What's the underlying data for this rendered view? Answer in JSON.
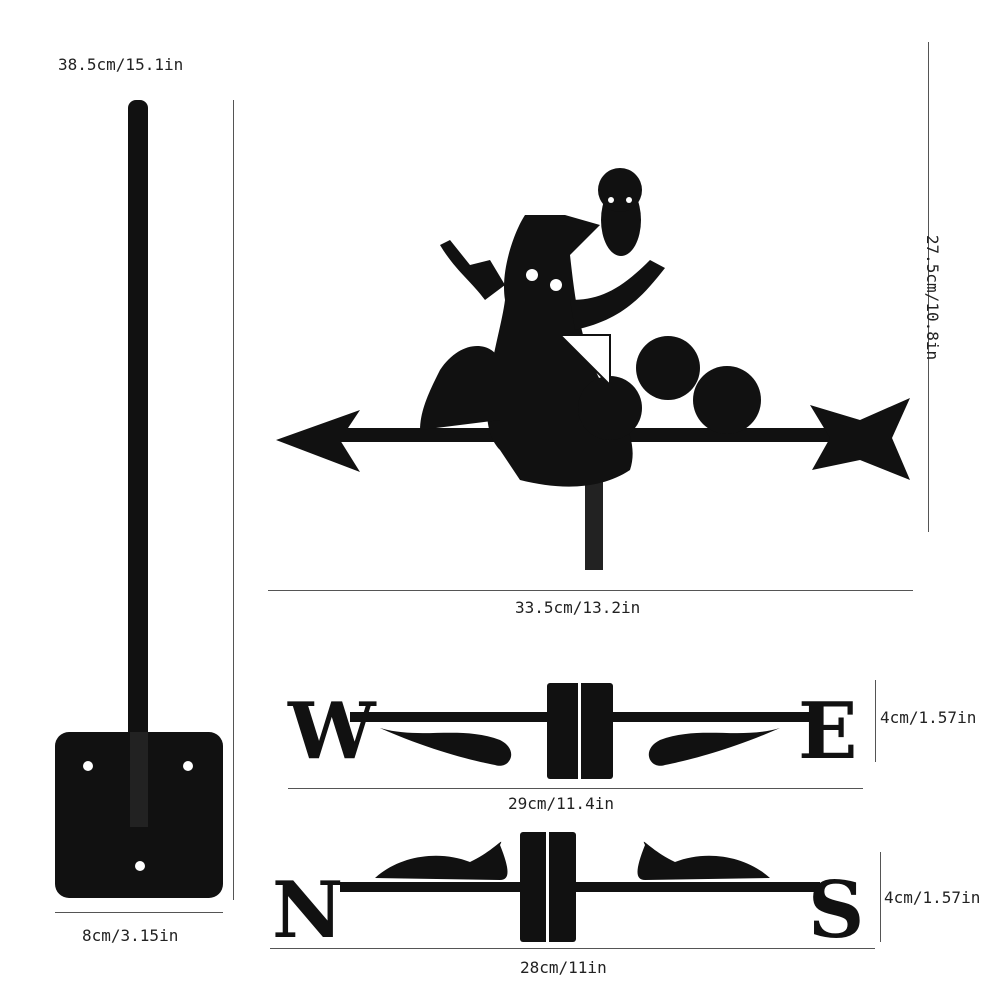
{
  "dimensions": {
    "pole_height": "38.5cm/15.1in",
    "base_width": "8cm/3.15in",
    "vane_height": "27.5cm/10.8in",
    "vane_width": "33.5cm/13.2in",
    "we_height": "4cm/1.57in",
    "we_width": "29cm/11.4in",
    "ns_height": "4cm/1.57in",
    "ns_width": "28cm/11in"
  },
  "directions": {
    "west": "W",
    "east": "E",
    "north": "N",
    "south": "S"
  },
  "colors": {
    "silhouette": "#111111",
    "line": "#555555"
  }
}
